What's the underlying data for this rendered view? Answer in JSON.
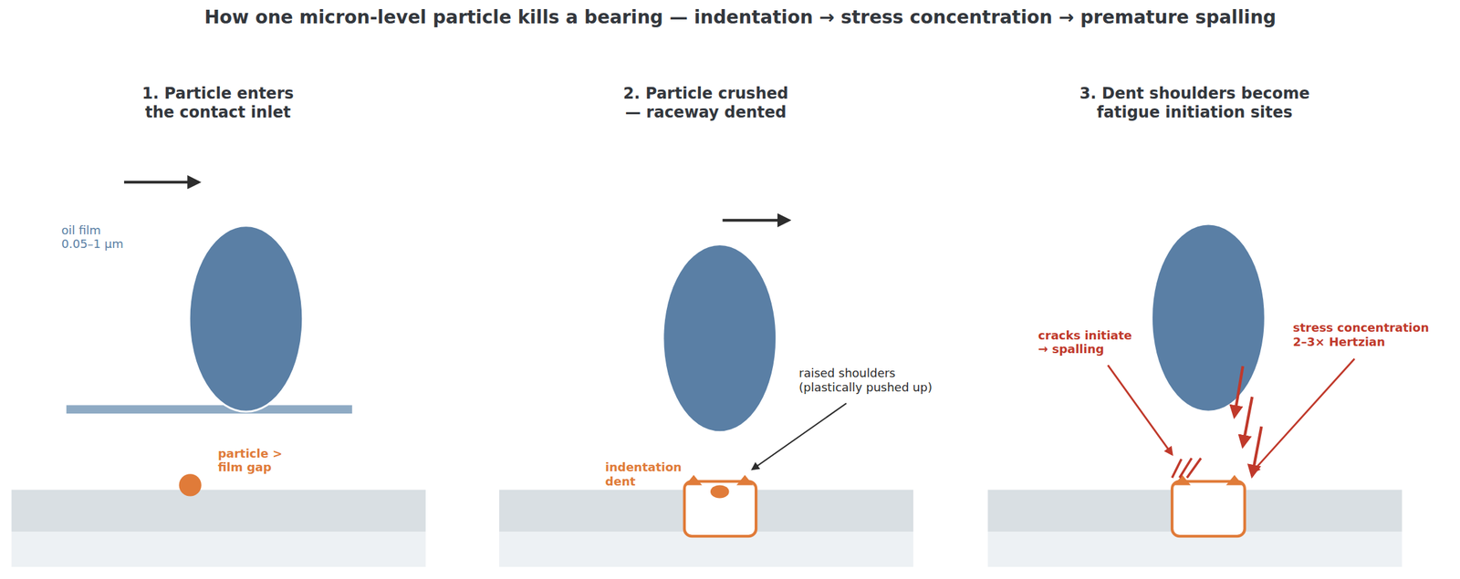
{
  "diagram": {
    "title": "How one micron-level particle kills a bearing — indentation → stress concentration → premature spalling",
    "labels": [
      "1. Particle enters the contact inlet",
      "2. Particle crushed — raceway dented",
      "3. Dent shoulders become fatigue initiation sites",
      "oil film 0.05–1 µm",
      "particle > film gap",
      "indentation dent",
      "raised shoulders (plastically pushed up)",
      "cracks initiate → spalling",
      "stress concentration 2–3× Hertzian"
    ]
  }
}
